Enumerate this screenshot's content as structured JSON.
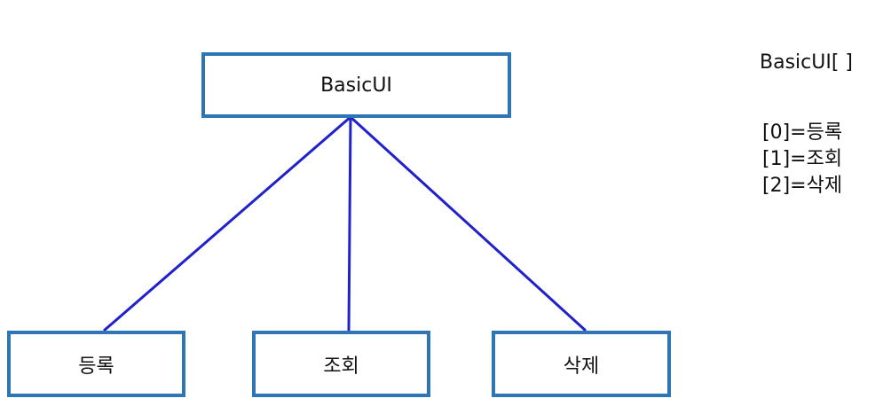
{
  "colors": {
    "background": "#ffffff",
    "box_border": "#2e75b6",
    "connector_line": "#2121cc",
    "text": "#111111"
  },
  "diagram": {
    "root": {
      "label": "BasicUI"
    },
    "children": [
      {
        "label": "등록"
      },
      {
        "label": "조회"
      },
      {
        "label": "삭제"
      }
    ]
  },
  "side_panel": {
    "title": "BasicUI[ ]",
    "items": [
      "[0]=등록",
      "[1]=조회",
      "[2]=삭제"
    ]
  }
}
